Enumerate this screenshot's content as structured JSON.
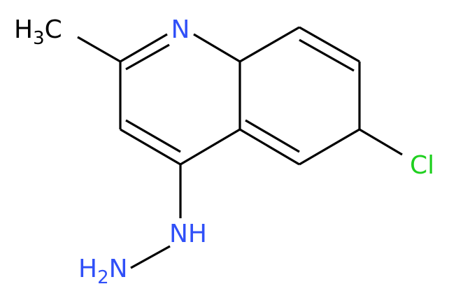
{
  "molecule": {
    "labels": {
      "ring_nitrogen": "N",
      "methyl_H": "H",
      "methyl_sub": "3",
      "methyl_C": "C",
      "chlorine": "Cl",
      "hydrazine_NH": "NH",
      "amine_H": "H",
      "amine_sub": "2",
      "amine_N": "N"
    },
    "colors": {
      "bond": "#000000",
      "carbon_label": "#000000",
      "nitrogen_label": "#3050f8",
      "chlorine_label": "#1fd01f"
    }
  }
}
